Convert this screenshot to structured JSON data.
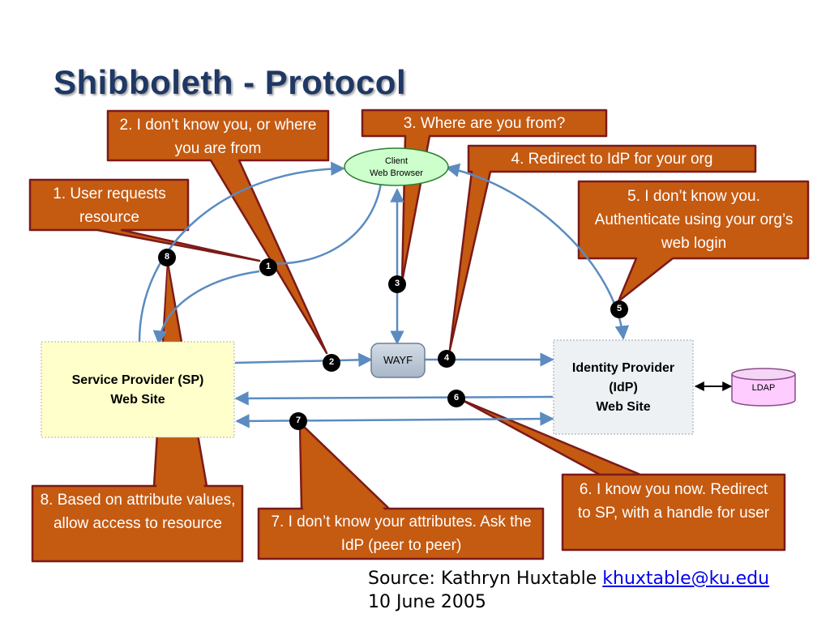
{
  "title": "Shibboleth - Protocol",
  "callouts": [
    {
      "text": "1. User requests resource"
    },
    {
      "text": "2. I don’t know you, or where you are from"
    },
    {
      "text": "3. Where are you from?"
    },
    {
      "text": "4. Redirect to IdP for your org"
    },
    {
      "text": "5. I don’t know you. Authenticate using your org’s web login"
    },
    {
      "text": "6. I know you now. Redirect to SP, with a handle for user"
    },
    {
      "text": "7. I don’t know your attributes. Ask the IdP (peer to peer)"
    },
    {
      "text": "8. Based on attribute values, allow access to resource"
    }
  ],
  "nodes": {
    "client": {
      "line1": "Client",
      "line2": "Web Browser"
    },
    "sp": {
      "line1": "Service Provider (SP)",
      "line2": "Web Site"
    },
    "wayf": "WAYF",
    "idp": {
      "line1": "Identity Provider",
      "line2": "(IdP)",
      "line3": "Web Site"
    },
    "ldap": "LDAP"
  },
  "steps": [
    "1",
    "2",
    "3",
    "4",
    "5",
    "6",
    "7",
    "8"
  ],
  "source": {
    "prefix": "Source: Kathryn Huxtable ",
    "email": "khuxtable@ku.edu",
    "date": "10 June 2005"
  },
  "colors": {
    "callout_fill": "#c55a11",
    "callout_border": "#7b1a1a",
    "arrow": "#5b8bc0",
    "title": "#1f3864"
  }
}
